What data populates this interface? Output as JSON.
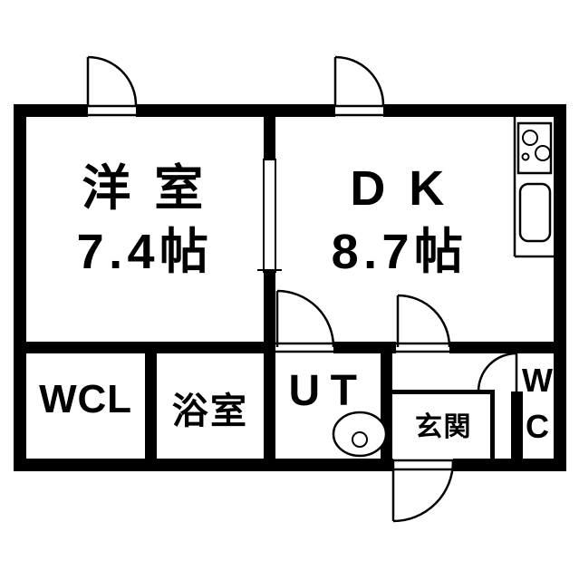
{
  "floorplan": {
    "background": "#ffffff",
    "wall_color": "#000000",
    "rooms": {
      "western_room": {
        "name": "洋 室",
        "size": "7.4帖"
      },
      "dining_kitchen": {
        "name": "D K",
        "size": "8.7帖"
      },
      "walk_in_closet": {
        "name": "WCL"
      },
      "bathroom": {
        "name": "浴室"
      },
      "utility": {
        "name": "UT"
      },
      "entrance": {
        "name": "玄関"
      },
      "toilet": {
        "name": "WC"
      }
    },
    "fixtures": {
      "stove": "gas-stove-two-burner",
      "sink": "kitchen-sink",
      "basin": "wash-basin",
      "door_symbol": "swing-door-arc"
    }
  }
}
